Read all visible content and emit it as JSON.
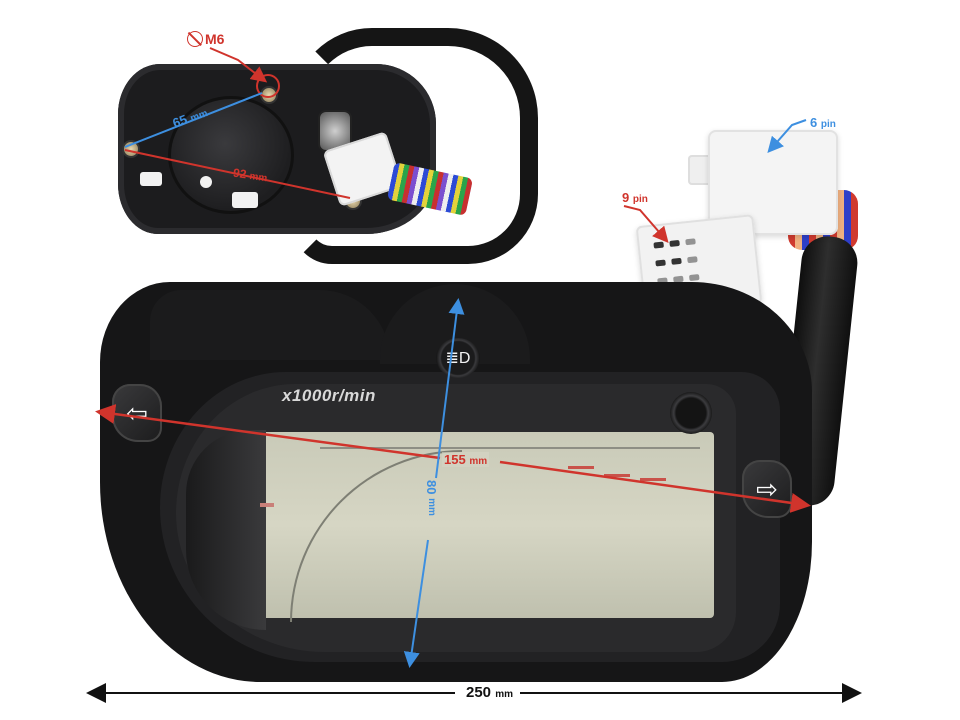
{
  "image": {
    "description": "Motorcycle LCD digital dashboard / speedometer with dimension annotations",
    "background": "#ffffff"
  },
  "annotations": {
    "mount_thread": {
      "symbol": "⌀",
      "label": "M6",
      "color": "#d0342c"
    },
    "rear_width": {
      "value": "65",
      "unit": "mm",
      "color": "#3d8fe0"
    },
    "rear_span": {
      "value": "92",
      "unit": "mm",
      "color": "#d0342c"
    },
    "connector_6": {
      "value": "6",
      "unit": "pin",
      "color": "#3d8fe0"
    },
    "connector_9": {
      "value": "9",
      "unit": "pin",
      "color": "#d0342c"
    },
    "display_width": {
      "value": "155",
      "unit": "mm",
      "color": "#d0342c"
    },
    "display_height": {
      "value": "80",
      "unit": "mm",
      "color": "#3d8fe0"
    },
    "overall_width": {
      "value": "250",
      "unit": "mm",
      "color": "#111111"
    }
  },
  "dashboard": {
    "rpm_label": "x1000r/min",
    "icons": {
      "headlight": "headlight-high-beam-icon",
      "left_turn": "arrow-left-outline-icon",
      "right_turn": "arrow-right-outline-icon"
    },
    "glyphs": {
      "left_arrow": "⇦",
      "right_arrow": "⇨",
      "headlight": "≣D"
    },
    "lcd_color": "#d0d1bf",
    "shell_color": "#161617"
  }
}
